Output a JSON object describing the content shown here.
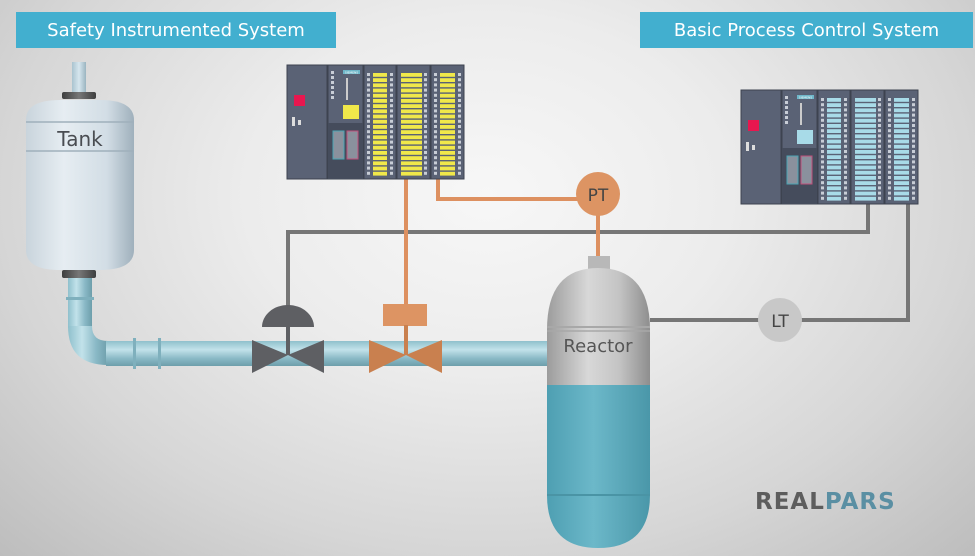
{
  "headers": {
    "sis": "Safety Instrumented System",
    "bpcs": "Basic Process Control System"
  },
  "equipment": {
    "tank": "Tank",
    "reactor": "Reactor",
    "pressure_transmitter": "PT",
    "level_transmitter": "LT",
    "plc_brand": "SIEMENS"
  },
  "plc_sis": {
    "io_color": "#f0e84a",
    "module_count": 5
  },
  "plc_bpcs": {
    "io_color": "#a8dbe8",
    "module_count": 5
  },
  "colors": {
    "header_bg": "#42afcf",
    "sis_signal": "#dd9060",
    "bpcs_signal": "#707070",
    "pipe": "#9fcfd9",
    "reactor_liquid": "#5fb0c2",
    "valve_sis": "#c9804f",
    "valve_bpcs": "#5e5f63"
  },
  "logo": {
    "part1": "REAL",
    "part2": "PARS"
  }
}
